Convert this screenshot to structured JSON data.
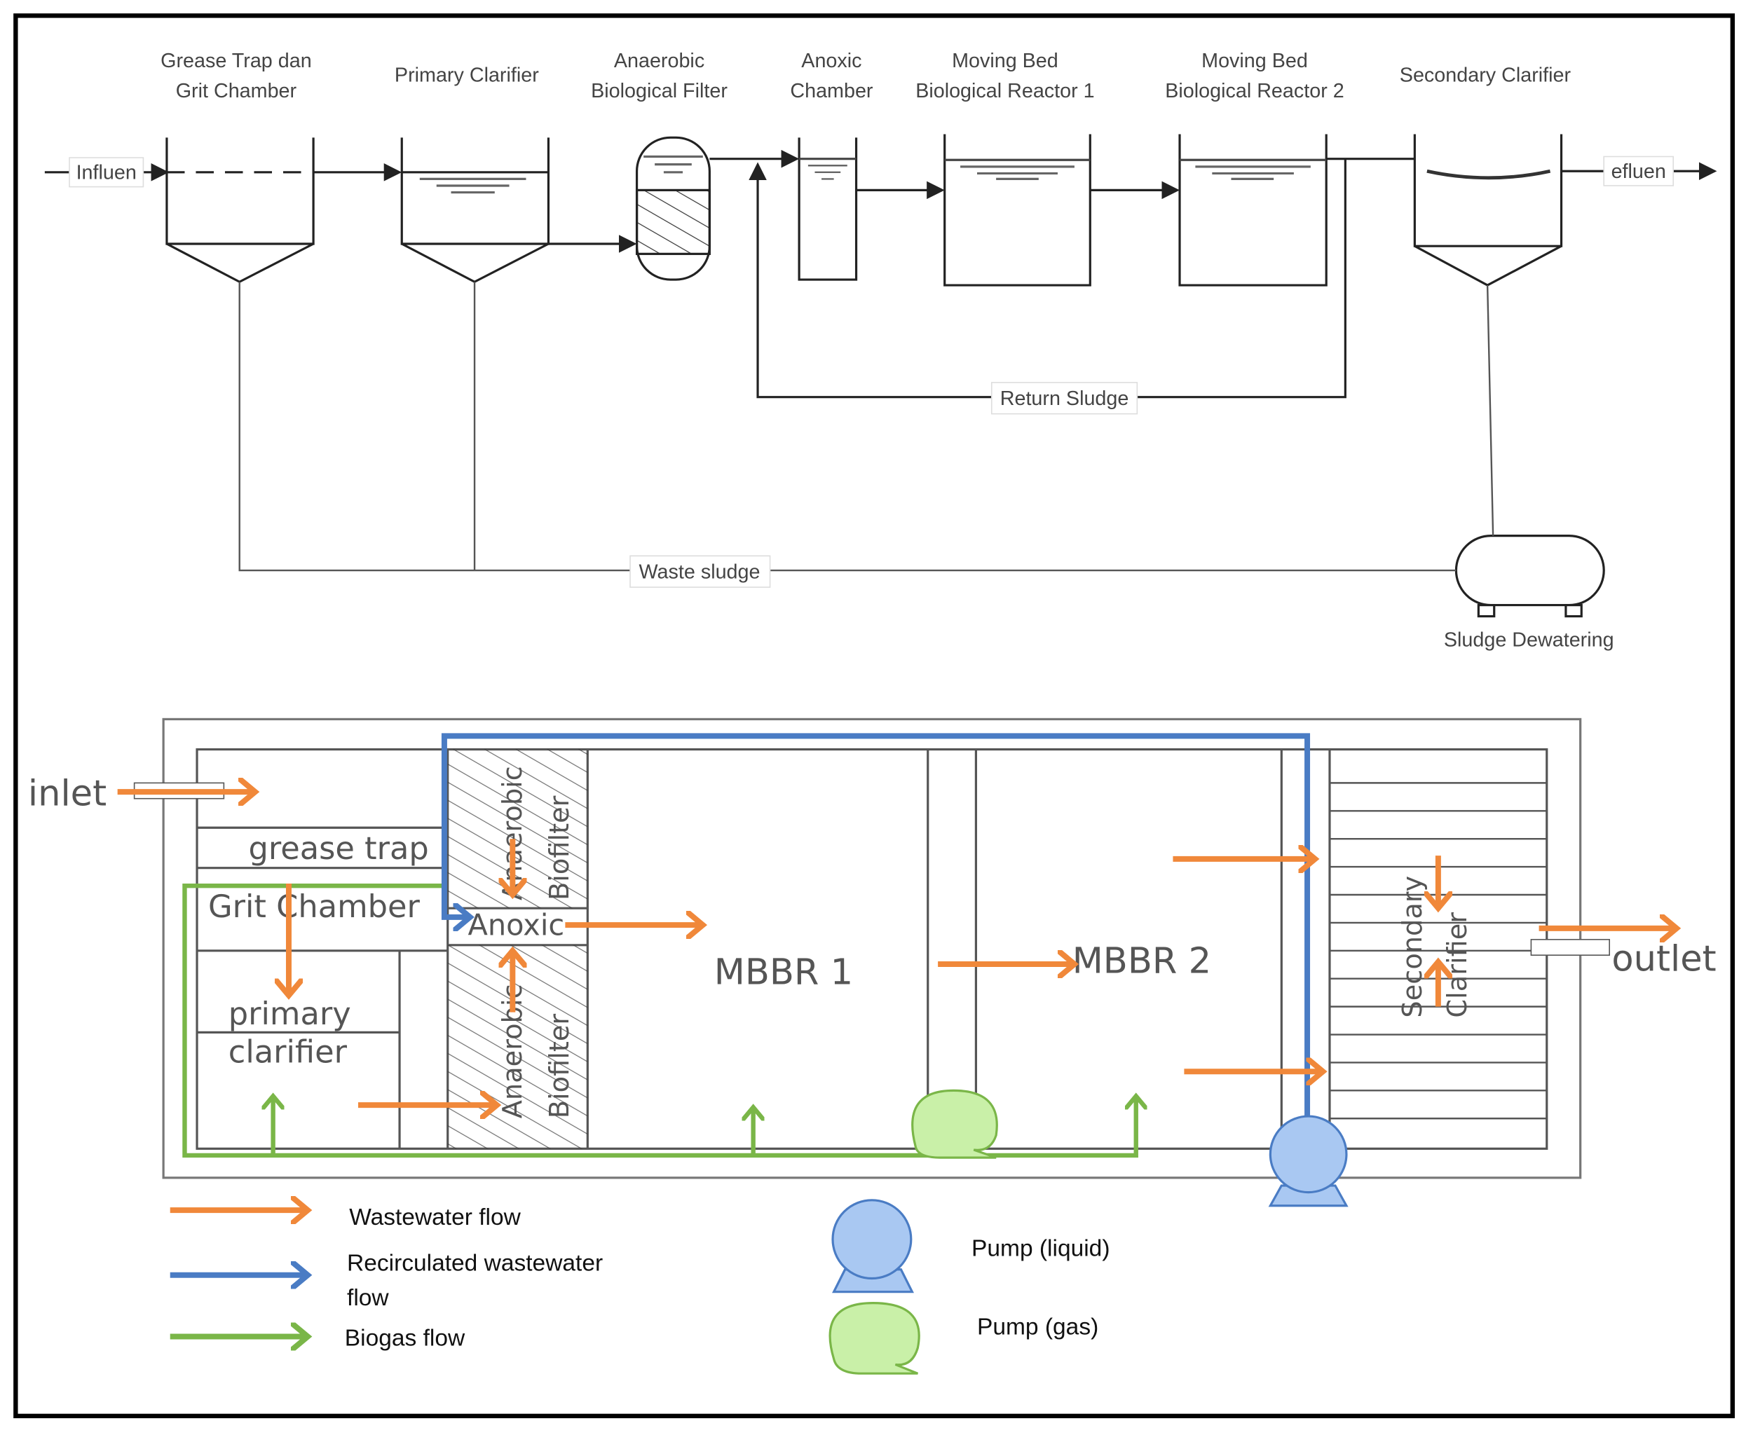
{
  "top_diagram": {
    "units": [
      {
        "line1": "Grease Trap dan",
        "line2": "Grit Chamber"
      },
      {
        "line1": "Primary Clarifier",
        "line2": ""
      },
      {
        "line1": "Anaerobic",
        "line2": "Biological Filter"
      },
      {
        "line1": "Anoxic",
        "line2": "Chamber"
      },
      {
        "line1": "Moving Bed",
        "line2": "Biological Reactor 1"
      },
      {
        "line1": "Moving Bed",
        "line2": "Biological Reactor 2"
      },
      {
        "line1": "Secondary Clarifier",
        "line2": ""
      }
    ],
    "influent": "Influen",
    "effluent": "efluen",
    "return_sludge": "Return Sludge",
    "waste_sludge": "Waste sludge",
    "sludge_dewatering": "Sludge Dewatering"
  },
  "bottom_diagram": {
    "inlet": "inlet",
    "outlet": "outlet",
    "grease_trap": "grease  trap",
    "grit_chamber": "Grit  Chamber",
    "primary": "primary",
    "clarifier": "clarifier",
    "anaerobic_biofilter_top_1": "Anaerobic",
    "anaerobic_biofilter_top_2": "Biofilter",
    "anoxic": "Anoxic",
    "anaerobic_biofilter_bottom_1": "Anaerobic",
    "anaerobic_biofilter_bottom_2": "Biofilter",
    "mbbr1": "MBBR  1",
    "mbbr2": "MBBR  2",
    "secondary_1": "Secondary",
    "secondary_2": "Clarifier"
  },
  "legend": {
    "wastewater": "Wastewater flow",
    "recirculated_1": "Recirculated wastewater",
    "recirculated_2": "flow",
    "biogas": "Biogas flow",
    "pump_liquid": "Pump (liquid)",
    "pump_gas": "Pump (gas)"
  },
  "colors": {
    "wastewater": "#f0883a",
    "recirculated": "#4a7cc4",
    "biogas": "#7ab648",
    "pump_liquid": "#a9c8f2",
    "pump_gas": "#c9f0a8"
  }
}
